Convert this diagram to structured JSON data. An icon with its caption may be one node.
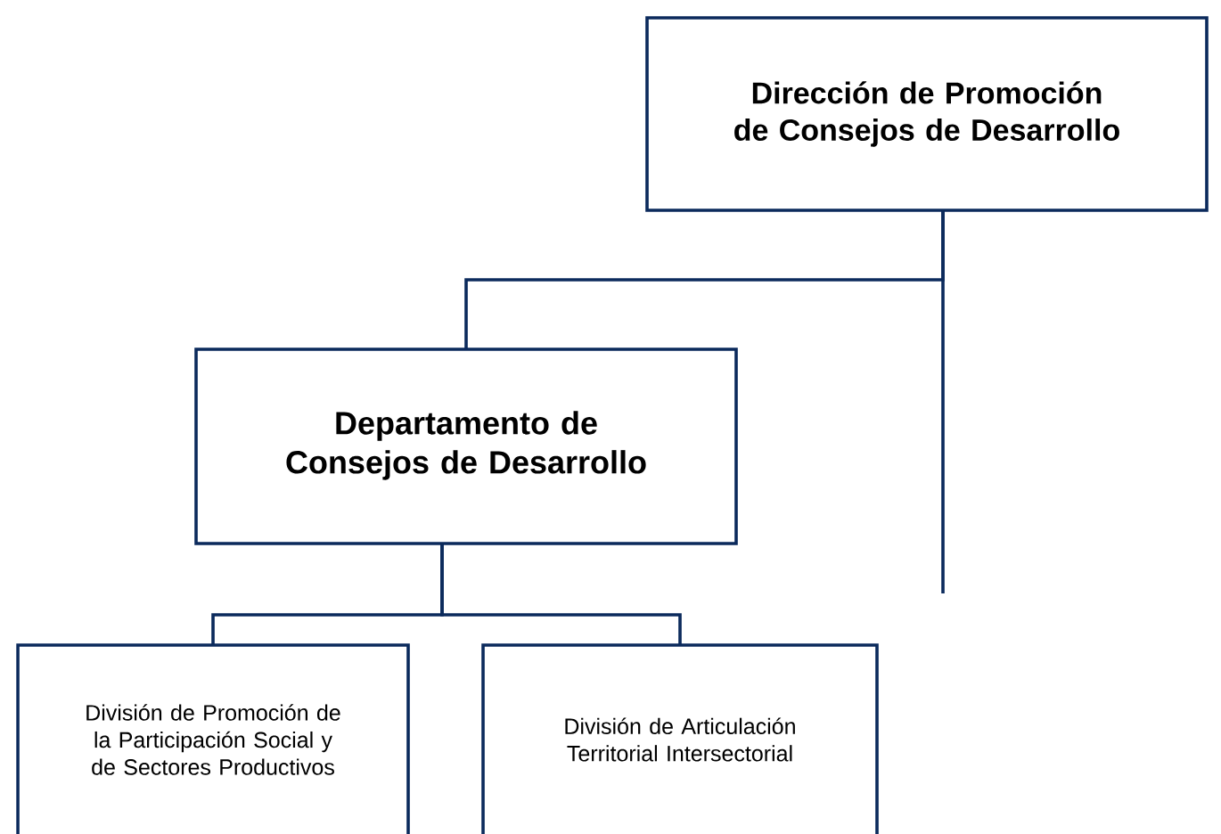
{
  "diagram": {
    "nodes": [
      {
        "text": [
          "Dirección de Promoción de Consejos de Desarrollo"
        ]
      },
      {
        "text": [
          "Departamento de Consejos de Desarrollo"
        ]
      },
      {
        "text": [
          "División de Promoción de la Participación Social y de Sectores Productivos"
        ]
      },
      {
        "text": [
          "División de Articulación Territorial Intersectorial"
        ]
      }
    ],
    "edges": [
      {
        "from": 0,
        "to": 1,
        "arrow": "none"
      },
      {
        "from": 0,
        "to": null,
        "arrow": "none"
      },
      {
        "from": 1,
        "to": 2,
        "arrow": "none"
      },
      {
        "from": 1,
        "to": 3,
        "arrow": "none"
      }
    ]
  }
}
